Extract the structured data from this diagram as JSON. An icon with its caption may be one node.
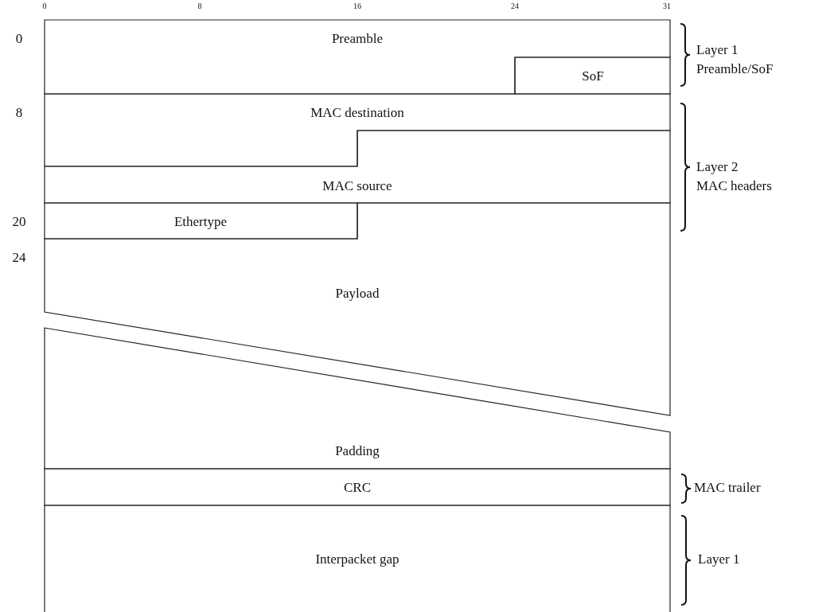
{
  "diagram": {
    "nodes": [
      {
        "text": [
          "Preamble"
        ]
      },
      {
        "text": [
          "SoF"
        ]
      },
      {
        "text": [
          "MAC destination"
        ]
      },
      {
        "text": [
          "MAC source"
        ]
      },
      {
        "text": [
          "Ethertype"
        ]
      },
      {
        "text": [
          "Payload"
        ]
      },
      {
        "text": [
          "Padding"
        ]
      },
      {
        "text": [
          "CRC"
        ]
      },
      {
        "text": [
          "Interpacket gap"
        ]
      }
    ],
    "edges": [],
    "labels": [
      "0",
      "8",
      "16",
      "24",
      "31",
      "0",
      "Layer 1",
      "Preamble/SoF",
      "8",
      "Layer 2",
      "MAC headers",
      "20",
      "24",
      "MAC trailer",
      "Layer 1"
    ]
  }
}
